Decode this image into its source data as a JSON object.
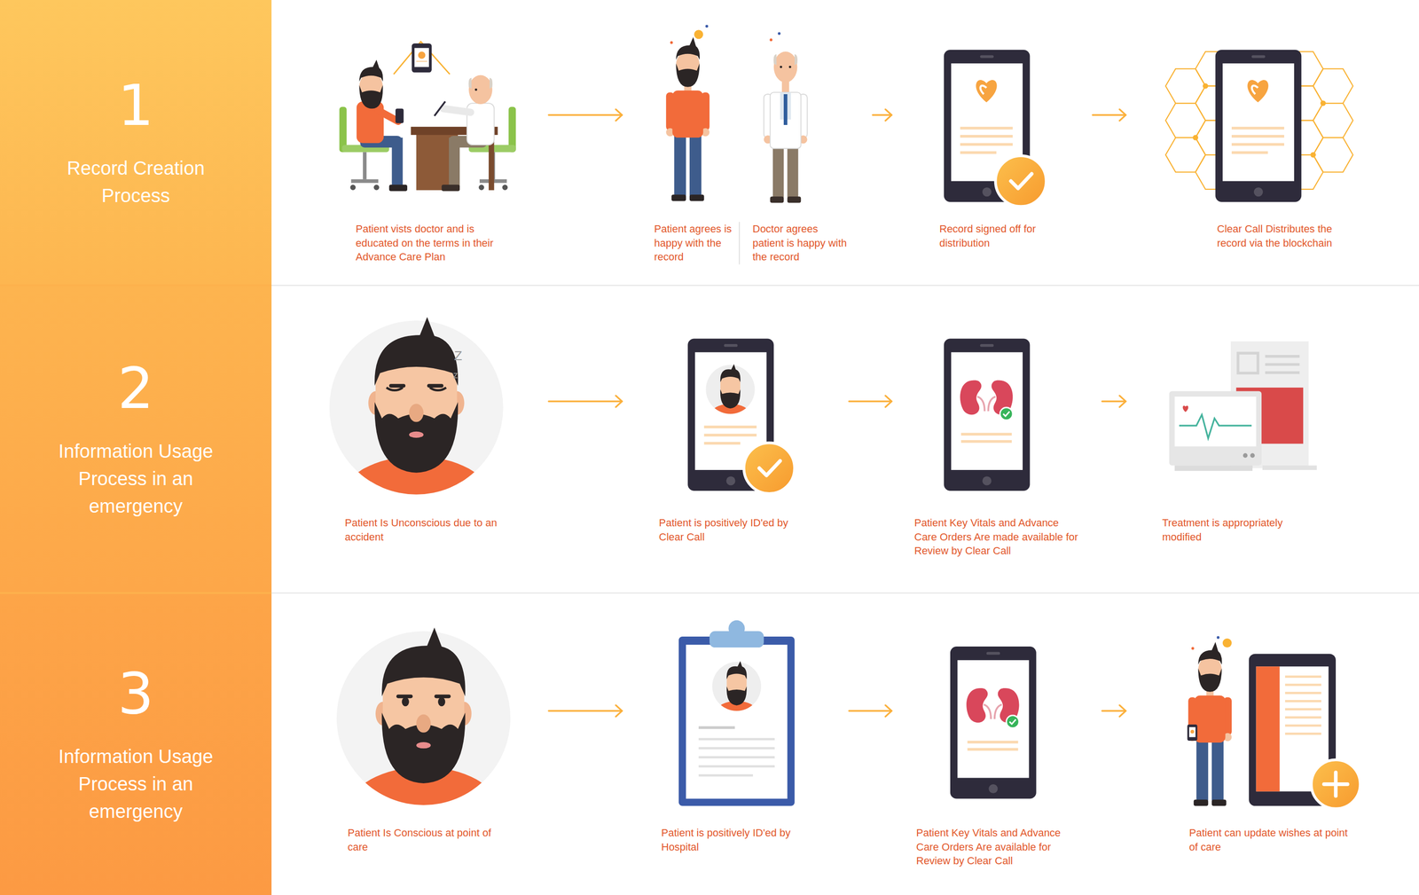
{
  "diagram": {
    "nodes": [
      {
        "text": [
          "1",
          "Record Creation Process"
        ]
      },
      {
        "text": [
          "Patient vists doctor and is educated on the terms in their Advance Care Plan"
        ]
      },
      {
        "text": [
          "Patient agrees is happy with the record",
          "Doctor agrees patient is happy with the record"
        ]
      },
      {
        "text": [
          "Record signed off for distribution"
        ]
      },
      {
        "text": [
          "Clear Call Distributes the record via the blockchain"
        ]
      },
      {
        "text": [
          "2",
          "Information Usage Process in an emergency"
        ]
      },
      {
        "text": [
          "Patient Is Unconscious due to an accident"
        ]
      },
      {
        "text": [
          "Patient is positively ID'ed by Clear Call"
        ]
      },
      {
        "text": [
          "Patient Key Vitals and Advance Care Orders Are made available for Review by Clear Call"
        ]
      },
      {
        "text": [
          "Treatment is appropriately modified"
        ]
      },
      {
        "text": [
          "3",
          "Information Usage Process in an emergency"
        ]
      },
      {
        "text": [
          "Patient Is Conscious at point of care"
        ]
      },
      {
        "text": [
          "Patient is positively ID'ed by Hospital"
        ]
      },
      {
        "text": [
          "Patient Key Vitals and Advance Care Orders Are available for Review by Clear Call"
        ]
      },
      {
        "text": [
          "Patient can update wishes at point of care"
        ]
      }
    ],
    "edges": [
      {
        "from": 1,
        "to": 2,
        "arrow": "to"
      },
      {
        "from": 2,
        "to": 3,
        "arrow": "to"
      },
      {
        "from": 3,
        "to": 4,
        "arrow": "to"
      },
      {
        "from": 6,
        "to": 7,
        "arrow": "to"
      },
      {
        "from": 7,
        "to": 8,
        "arrow": "to"
      },
      {
        "from": 8,
        "to": 9,
        "arrow": "to"
      },
      {
        "from": 11,
        "to": 12,
        "arrow": "to"
      },
      {
        "from": 12,
        "to": 13,
        "arrow": "to"
      },
      {
        "from": 13,
        "to": 14,
        "arrow": "to"
      }
    ],
    "labels": [
      "Z",
      "z"
    ]
  }
}
